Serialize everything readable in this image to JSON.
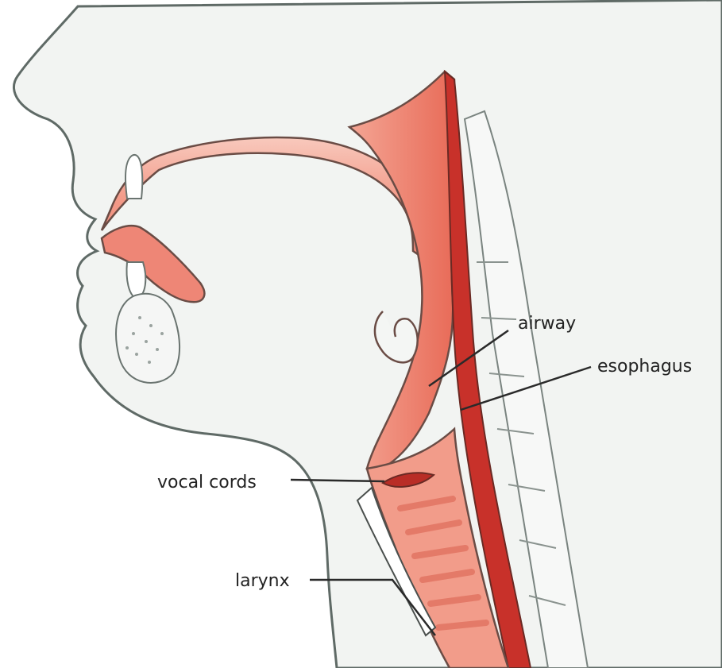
{
  "labels": {
    "airway": "airway",
    "esophagus": "esophagus",
    "vocal_cords": "vocal cords",
    "larynx": "larynx"
  },
  "colors": {
    "tissue": "#f2f4f2",
    "outline": "#5f6a66",
    "airway_light": "#f6b0a2",
    "airway_mid": "#ef7f6d",
    "airway_dark": "#d8473a",
    "esophagus": "#c8312a",
    "leader_line": "#2a2a2a"
  }
}
